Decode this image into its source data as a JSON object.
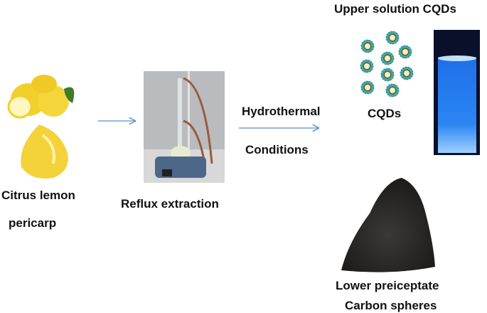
{
  "labels": {
    "source_line1": "Citrus lemon",
    "source_line2": "pericarp",
    "step1": "Reflux extraction",
    "step2_line1": "Hydrothermal",
    "step2_line2": "Conditions",
    "upper": "Upper solution CQDs",
    "cqds": "CQDs",
    "lower_line1": "Lower preiceptate",
    "lower_line2": "Carbon spheres"
  },
  "colors": {
    "arrow": "#5b8fc9",
    "cqd_shell": "#3fa7a8",
    "cqd_core": "#f3efc0",
    "vial_glow": "#2a7df0",
    "powder": "#2b2a28",
    "lemon": "#f4d23a"
  }
}
